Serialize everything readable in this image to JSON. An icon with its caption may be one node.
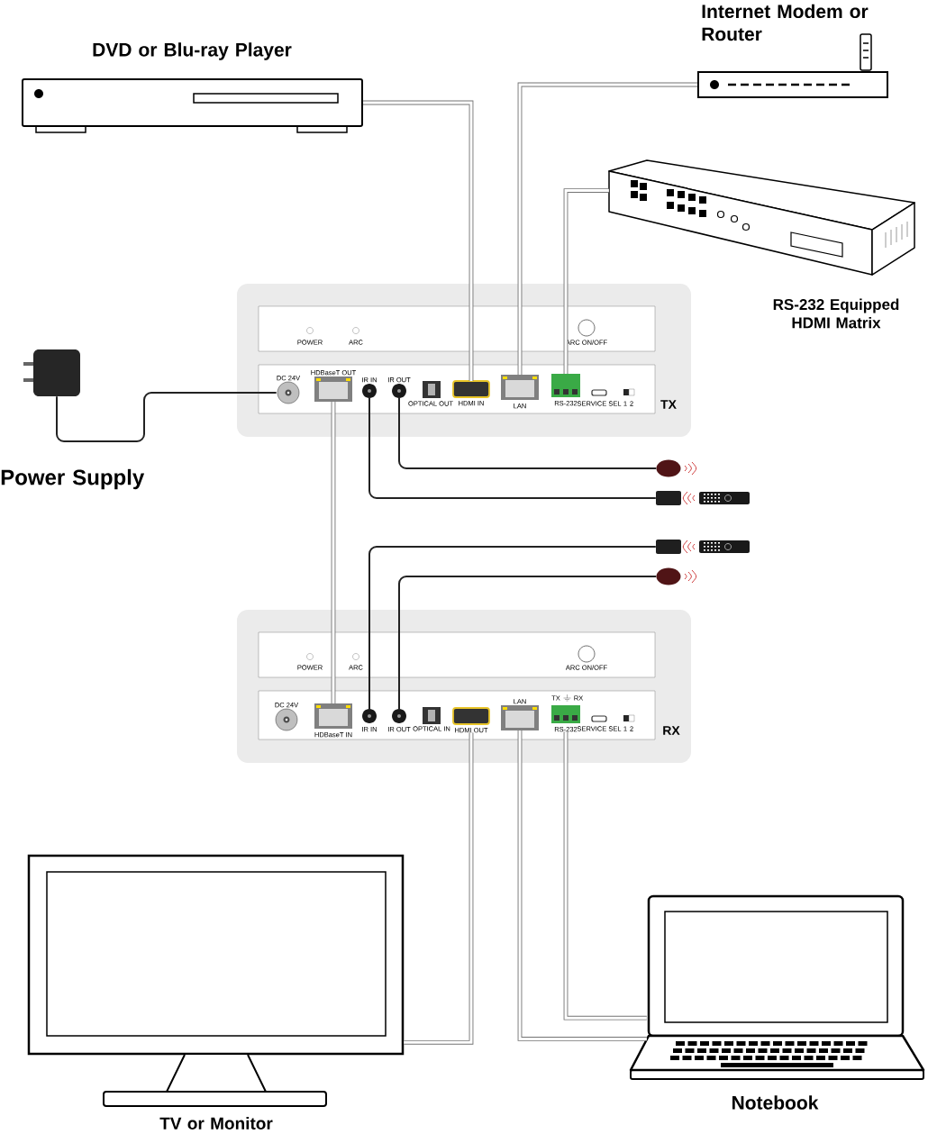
{
  "diagram": {
    "nodes": [
      {
        "text": [
          "DVD or Blu-ray Player"
        ]
      },
      {
        "text": [
          "Internet Modem or Router"
        ]
      },
      {
        "text": [
          "RS-232 Equipped HDMI Matrix"
        ]
      },
      {
        "text": [
          "Power Supply"
        ]
      },
      {
        "text": [
          "TX"
        ]
      },
      {
        "text": [
          "DC 24V"
        ],
        "in": 4
      },
      {
        "text": [
          "HDBaseT OUT"
        ],
        "in": 4
      },
      {
        "text": [
          "IR IN"
        ],
        "in": 4
      },
      {
        "text": [
          "IR OUT"
        ],
        "in": 4
      },
      {
        "text": [
          "HDMI IN"
        ],
        "in": 4
      },
      {
        "text": [
          "LAN"
        ],
        "in": 4
      },
      {
        "text": [
          "RS-232"
        ],
        "in": 4
      },
      {
        "text": [],
        "shape": "circle"
      },
      {
        "text": [],
        "shape": "box"
      },
      {
        "text": [],
        "shape": "box"
      },
      {
        "text": [],
        "shape": "circle"
      },
      {
        "text": [
          "RX"
        ]
      },
      {
        "text": [
          "DC 24V"
        ],
        "in": 16
      },
      {
        "text": [
          "HDBaseT IN"
        ],
        "in": 16
      },
      {
        "text": [
          "IR IN"
        ],
        "in": 16
      },
      {
        "text": [
          "IR OUT"
        ],
        "in": 16
      },
      {
        "text": [
          "HDMI OUT"
        ],
        "in": 16
      },
      {
        "text": [
          "LAN"
        ],
        "in": 16
      },
      {
        "text": [
          "RS-232"
        ],
        "in": 16
      },
      {
        "text": [
          "TV or Monitor"
        ]
      },
      {
        "text": [
          "Notebook"
        ]
      }
    ],
    "edges": [
      {
        "from": 0,
        "to": 9,
        "arrow": "none"
      },
      {
        "from": 1,
        "to": 10,
        "arrow": "none"
      },
      {
        "from": 2,
        "to": 11,
        "arrow": "none"
      },
      {
        "from": 3,
        "to": 5,
        "arrow": "none",
        "color": "#222222"
      },
      {
        "from": 6,
        "to": 18,
        "arrow": "none"
      },
      {
        "from": 7,
        "to": 13,
        "arrow": "none",
        "color": "#222222"
      },
      {
        "from": 8,
        "to": 12,
        "arrow": "none",
        "color": "#222222"
      },
      {
        "from": 19,
        "to": 14,
        "arrow": "none",
        "color": "#222222"
      },
      {
        "from": 20,
        "to": 15,
        "arrow": "none",
        "color": "#222222"
      },
      {
        "from": 21,
        "to": 24,
        "arrow": "none"
      },
      {
        "from": 22,
        "to": 25,
        "arrow": "none"
      },
      {
        "from": 23,
        "to": 25,
        "arrow": "none"
      }
    ],
    "labels": [
      "POWER",
      "ARC",
      "ARC ON/OFF",
      "OPTICAL OUT",
      "SERVICE SEL",
      "1",
      "2",
      "POWER",
      "ARC",
      "ARC ON/OFF",
      "OPTICAL IN",
      "TX",
      "RX",
      "SERVICE SEL",
      "1",
      "2"
    ]
  }
}
